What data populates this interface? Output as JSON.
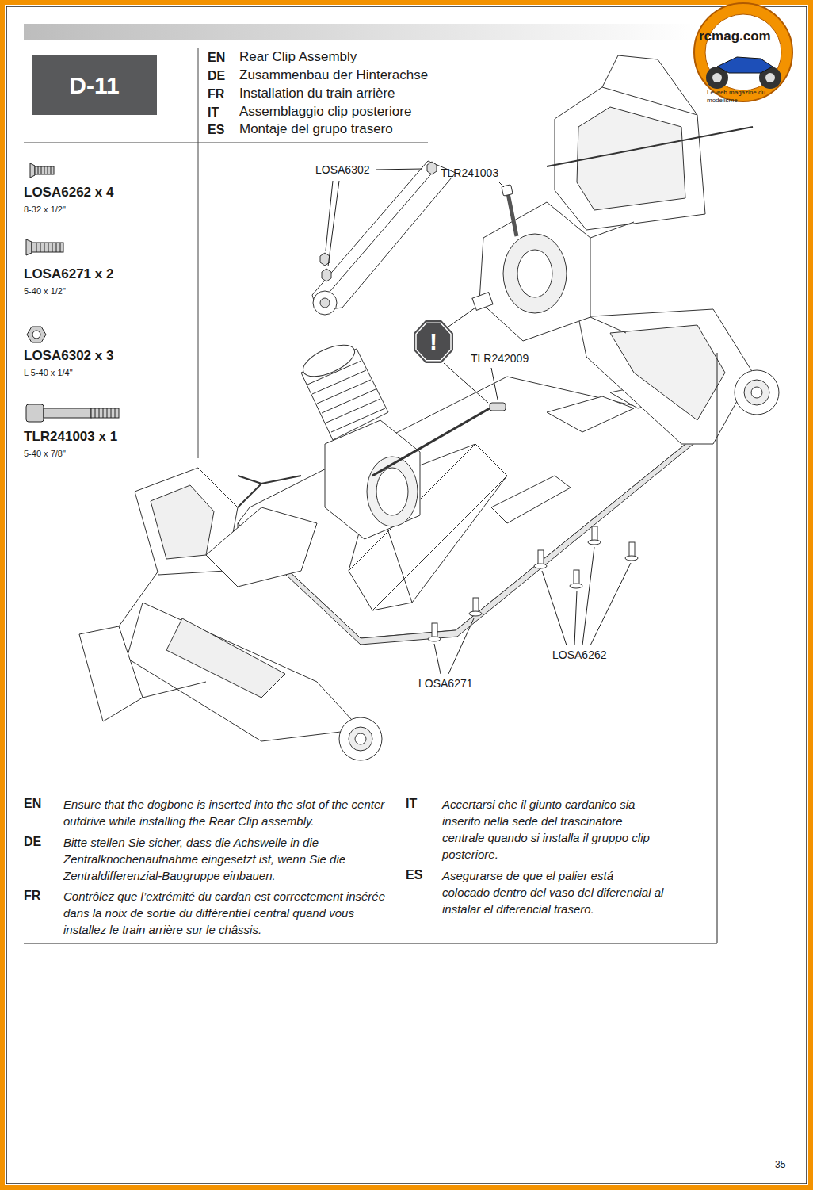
{
  "diagram": {
    "nodes": [
      {
        "text": [
          "D-11"
        ]
      },
      {
        "text": [
          "!"
        ]
      }
    ],
    "labels": [
      "EN",
      "Rear Clip Assembly",
      "DE",
      "Zusammenbau der Hinterachse",
      "FR",
      "Installation du train arrière",
      "IT",
      "Assemblaggio clip posteriore",
      "ES",
      "Montaje del grupo trasero",
      "LOSA6262 x 4",
      "8-32 x 1/2\"",
      "LOSA6271 x 2",
      "5-40 x 1/2\"",
      "LOSA6302 x 3",
      "L 5-40 x 1/4\"",
      "TLR241003 x 1",
      "5-40 x 7/8\"",
      "LOSA6302",
      "TLR241003",
      "TLR242009",
      "LOSA6262",
      "LOSA6271",
      "EN",
      "Ensure that the dogbone is inserted into the slot of the center outdrive while installing the Rear Clip assembly.",
      "DE",
      "Bitte stellen Sie sicher, dass die Achswelle in die Zentralknochenaufnahme eingesetzt ist, wenn Sie die Zentraldifferenzial-Baugruppe einbauen.",
      "FR",
      "Contrôlez que l’extrémité du cardan est correctement insérée dans la noix de sortie du différentiel central quand vous installez le train arrière sur le châssis.",
      "IT",
      "Accertarsi che il giunto cardanico sia inserito nella sede del trascinatore centrale quando si installa il gruppo clip posteriore.",
      "ES",
      "Asegurarse de que el palier está colocado dentro del vaso del diferencial al instalar el diferencial trasero.",
      "35",
      "rcmag.com",
      "Le web magazine du modelisme"
    ]
  }
}
